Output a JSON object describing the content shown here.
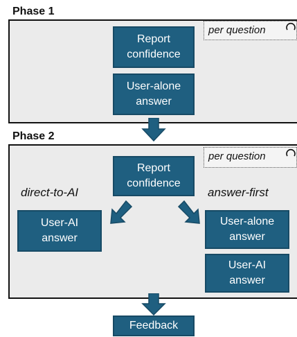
{
  "phase1": {
    "title": "Phase 1",
    "tag": "per question",
    "boxes": [
      "Report\nconfidence",
      "User-alone\nanswer"
    ]
  },
  "phase2": {
    "title": "Phase 2",
    "tag": "per question",
    "report": "Report\nconfidence",
    "left_label": "direct-to-AI",
    "right_label": "answer-first",
    "left_box": "User-AI\nanswer",
    "right_box1": "User-alone\nanswer",
    "right_box2": "User-AI\nanswer"
  },
  "feedback": "Feedback",
  "colors": {
    "box": "#1f5f80",
    "panel": "#ebebeb"
  }
}
